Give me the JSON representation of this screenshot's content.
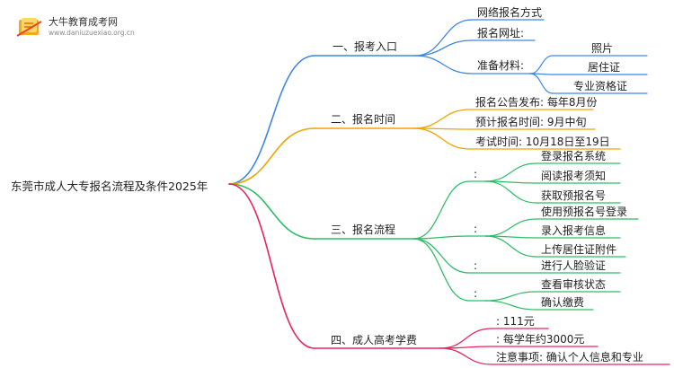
{
  "logo": {
    "name": "大牛教育成考网",
    "url": "www.daniuzuexiao.org.cn"
  },
  "colors": {
    "branch1": "#3c87e6",
    "branch2": "#f0a400",
    "branch3": "#2dbd68",
    "branch4": "#e6245f"
  },
  "root": "东莞市成人大专报名流程及条件2025年",
  "branches": [
    {
      "label": "一、报考入口",
      "items": [
        "网络报名方式",
        "报名网址:",
        "准备材料:"
      ],
      "materials": [
        "照片",
        "居住证",
        "专业资格证"
      ]
    },
    {
      "label": "二、报名时间",
      "items": [
        "报名公告发布: 每年8月份",
        "预计报名时间: 9月中旬",
        "考试时间: 10月18日至19日"
      ]
    },
    {
      "label": "三、报名流程",
      "groups": [
        {
          "label": ":",
          "items": [
            "登录报名系统",
            "阅读报考须知",
            "获取预报名号"
          ]
        },
        {
          "label": ":",
          "items": [
            "使用预报名号登录",
            "录入报考信息",
            "上传居住证附件"
          ]
        },
        {
          "label": ":",
          "items": [
            "进行人脸验证"
          ]
        },
        {
          "label": ":",
          "items": [
            "查看审核状态",
            "确认缴费"
          ]
        }
      ]
    },
    {
      "label": "四、成人高考学费",
      "items": [
        ": 111元",
        ": 每学年约3000元",
        "注意事项: 确认个人信息和专业"
      ]
    }
  ]
}
